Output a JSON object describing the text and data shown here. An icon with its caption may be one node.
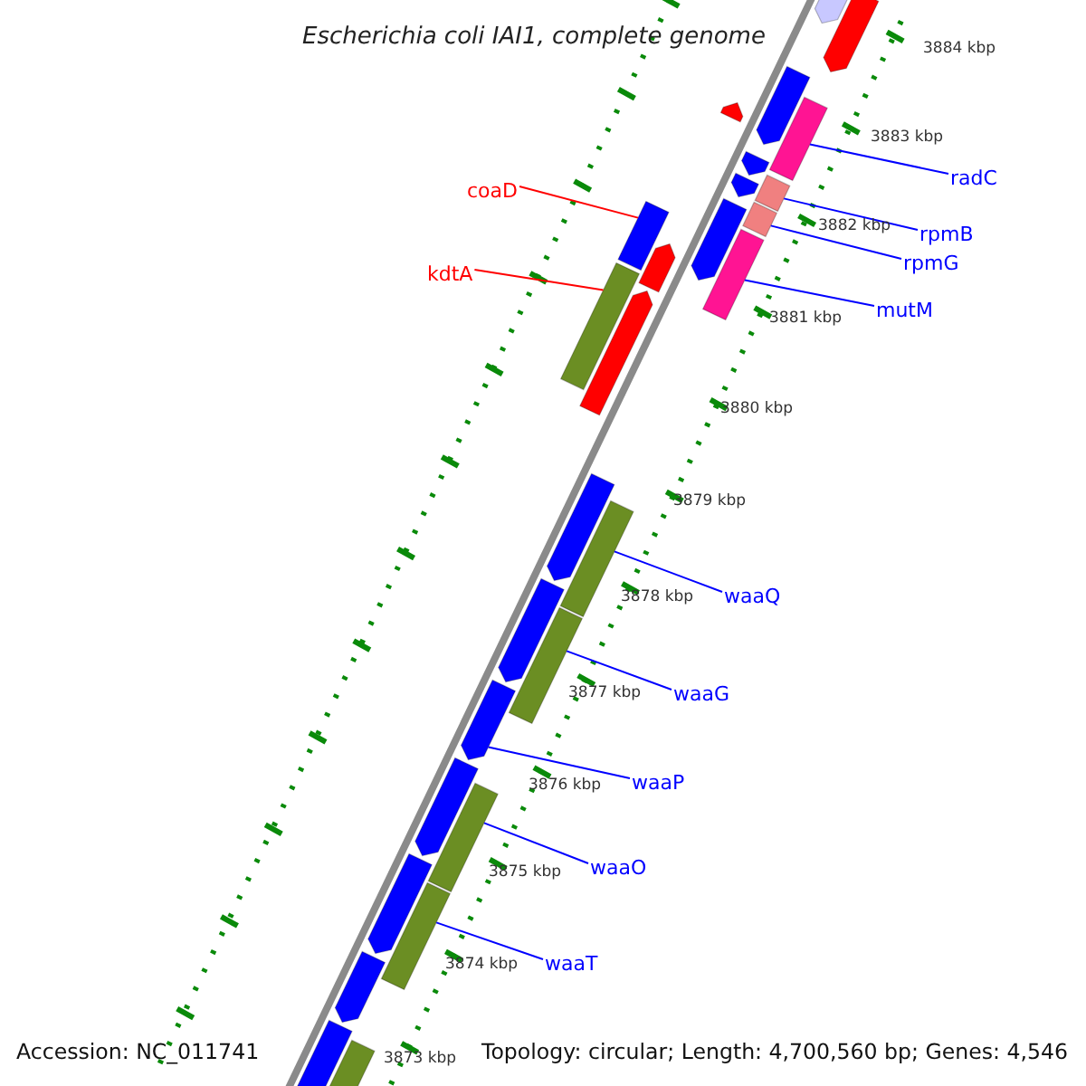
{
  "diagram": {
    "title": "Escherichia coli IAI1, complete genome",
    "nodes": [
      {
        "text": [
          "coaD"
        ]
      },
      {
        "text": [
          "kdtA"
        ]
      },
      {
        "text": [
          "radC"
        ]
      },
      {
        "text": [
          "rpmB"
        ]
      },
      {
        "text": [
          "rpmG"
        ]
      },
      {
        "text": [
          "mutM"
        ]
      },
      {
        "text": [
          "waaQ"
        ]
      },
      {
        "text": [
          "waaG"
        ]
      },
      {
        "text": [
          "waaP"
        ]
      },
      {
        "text": [
          "waaO"
        ]
      },
      {
        "text": [
          "waaT"
        ]
      },
      {
        "text": [],
        "shape": "arrow"
      },
      {
        "text": [],
        "shape": "arrow"
      },
      {
        "text": [],
        "shape": "arrow"
      },
      {
        "text": [],
        "shape": "bar"
      },
      {
        "text": [],
        "shape": "arrow"
      },
      {
        "text": [],
        "shape": "arrow"
      },
      {
        "text": [],
        "shape": "bar"
      },
      {
        "text": [],
        "shape": "arrow"
      },
      {
        "text": [],
        "shape": "bar"
      },
      {
        "text": [],
        "shape": "arrow"
      },
      {
        "text": [],
        "shape": "bar"
      },
      {
        "text": [],
        "shape": "bar"
      },
      {
        "text": [],
        "shape": "arrow"
      },
      {
        "text": [],
        "shape": "bar"
      },
      {
        "text": [],
        "shape": "arrow"
      },
      {
        "text": [],
        "shape": "arrow"
      },
      {
        "text": [],
        "shape": "bar"
      },
      {
        "text": [],
        "shape": "arrow"
      },
      {
        "text": [],
        "shape": "bar"
      },
      {
        "text": [],
        "shape": "arrow"
      },
      {
        "text": [],
        "shape": "arrow"
      },
      {
        "text": [],
        "shape": "bar"
      },
      {
        "text": [],
        "shape": "arrow"
      },
      {
        "text": [],
        "shape": "bar"
      },
      {
        "text": [],
        "shape": "arrow"
      },
      {
        "text": [],
        "shape": "arrow"
      },
      {
        "text": [],
        "shape": "bar"
      }
    ],
    "edges": [
      {
        "from": 0,
        "to": 22,
        "arrow": "none",
        "color": "#ff0000"
      },
      {
        "from": 1,
        "to": 24,
        "arrow": "none",
        "color": "#ff0000"
      },
      {
        "from": 2,
        "to": 14,
        "arrow": "none"
      },
      {
        "from": 3,
        "to": 17,
        "arrow": "none"
      },
      {
        "from": 4,
        "to": 19,
        "arrow": "none"
      },
      {
        "from": 5,
        "to": 21,
        "arrow": "none"
      },
      {
        "from": 6,
        "to": 27,
        "arrow": "none"
      },
      {
        "from": 7,
        "to": 29,
        "arrow": "none"
      },
      {
        "from": 8,
        "to": 30,
        "arrow": "none"
      },
      {
        "from": 9,
        "to": 32,
        "arrow": "none"
      },
      {
        "from": 10,
        "to": 34,
        "arrow": "none"
      }
    ],
    "labels": [
      "3884 kbp",
      "3883 kbp",
      "3882 kbp",
      "3881 kbp",
      "3880 kbp",
      "3879 kbp",
      "3878 kbp",
      "3877 kbp",
      "3876 kbp",
      "3875 kbp",
      "3874 kbp",
      "3873 kbp",
      "Accession: NC_011741",
      "Topology: circular; Length: 4,700,560 bp; Genes: 4,546"
    ]
  }
}
